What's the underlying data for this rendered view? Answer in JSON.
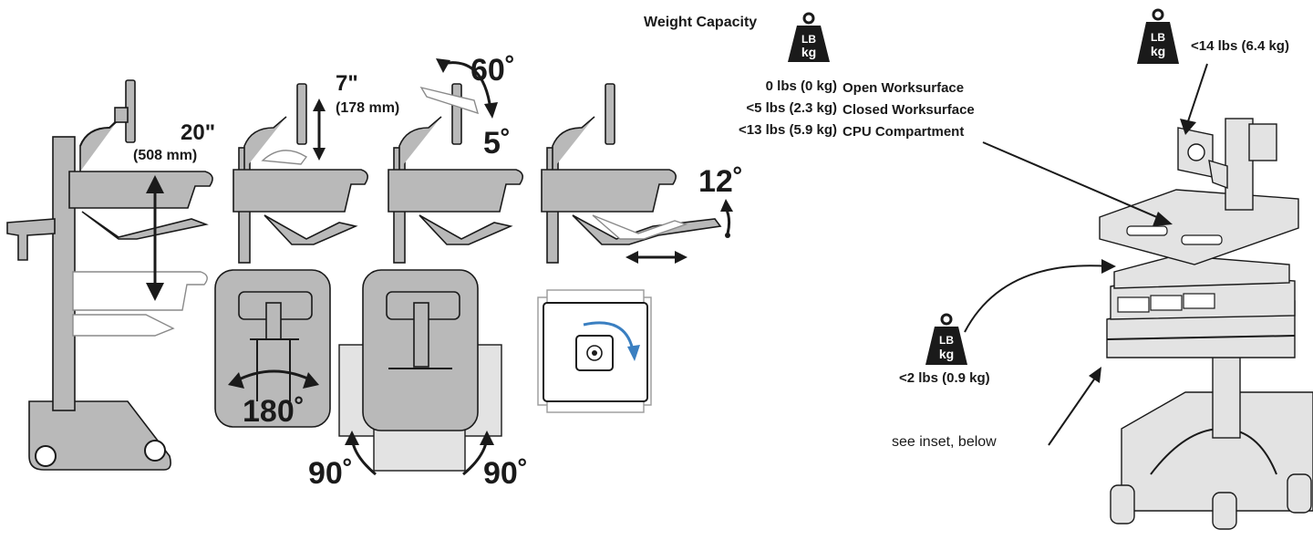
{
  "weight_capacity": {
    "heading": "Weight Capacity",
    "weight_icon_text_top": "LB",
    "weight_icon_text_bottom": "kg",
    "rows": [
      {
        "weight": "0 lbs (0 kg)",
        "location": "Open Worksurface"
      },
      {
        "weight": "<5 lbs (2.3 kg)",
        "location": "Closed Worksurface"
      },
      {
        "weight": "<13 lbs (5.9 kg)",
        "location": "CPU Compartment"
      }
    ],
    "monitor_capacity": "<14 lbs (6.4 kg)",
    "side_capacity": "<2 lbs (0.9 kg)"
  },
  "adjustments": {
    "height_travel": "20\"",
    "height_travel_metric": "(508 mm)",
    "monitor_height": "7\"",
    "monitor_height_metric": "(178 mm)",
    "tilt_up": "60˚",
    "tilt_down": "5˚",
    "keyboard_tilt": "12˚",
    "swivel": "180˚",
    "rotate_left": "90˚",
    "rotate_right": "90˚"
  },
  "callout": {
    "inset_note": "see inset, below"
  },
  "colors": {
    "line": "#1a1a1a",
    "cart_gray": "#b9b9b9",
    "light_gray": "#e3e3e3",
    "rotation_arrow": "#3a7fc1"
  }
}
